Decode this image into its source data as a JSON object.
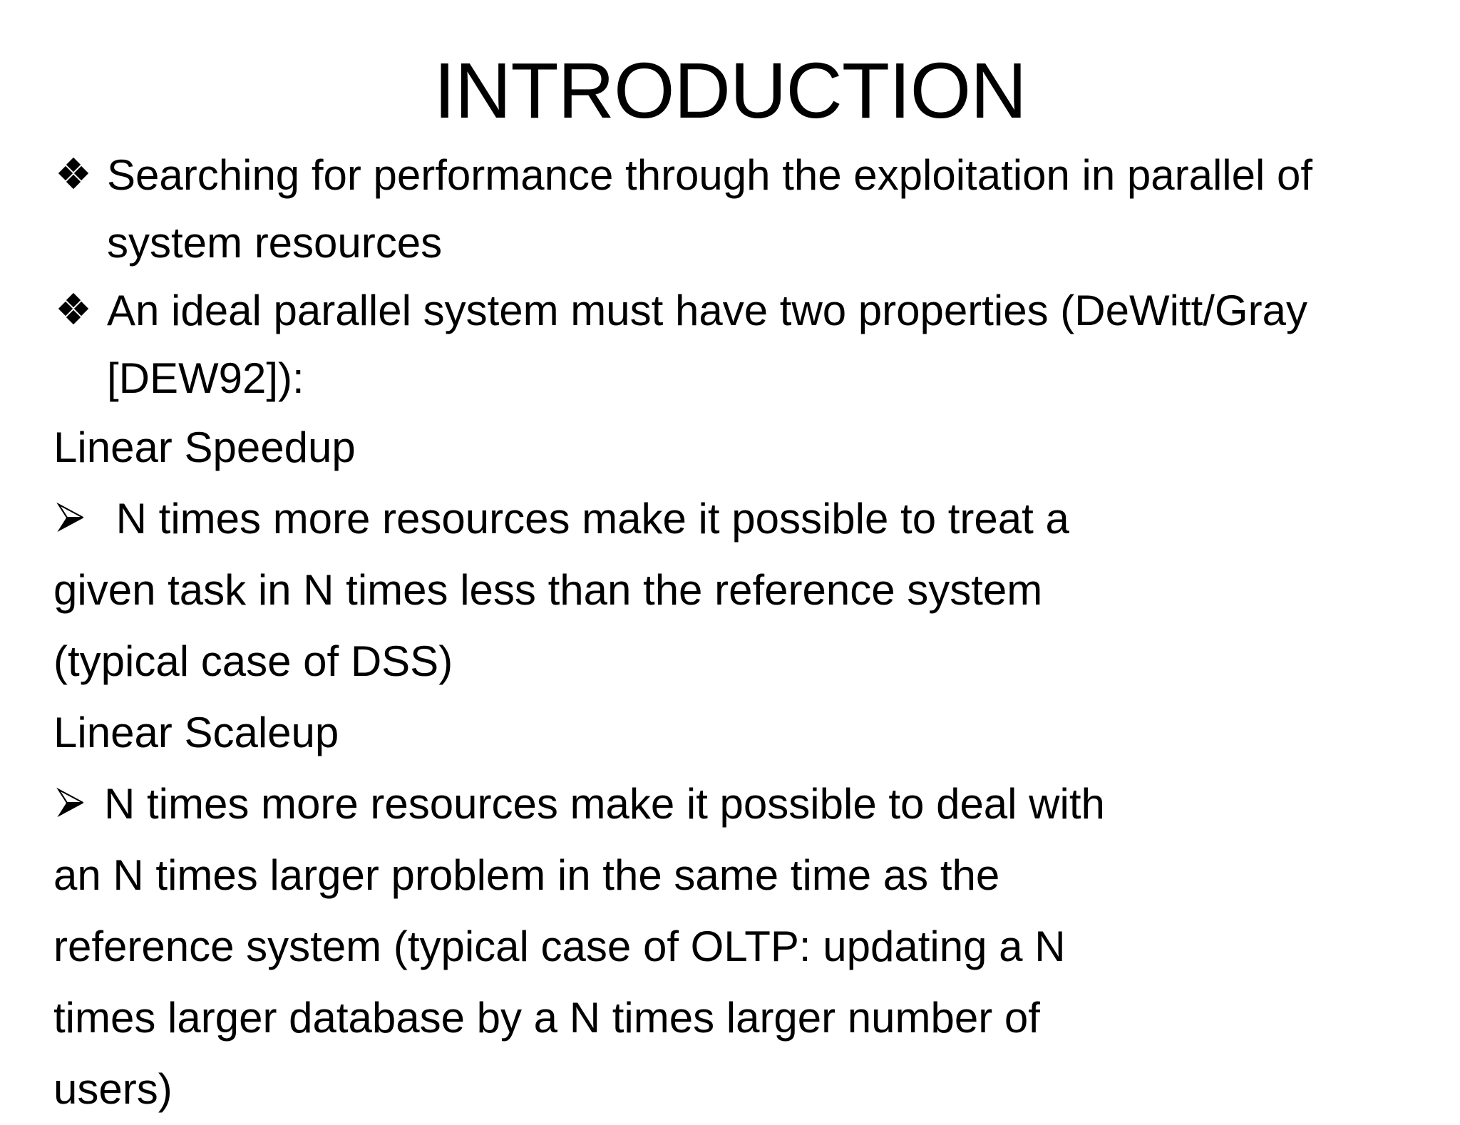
{
  "slide": {
    "title": "INTRODUCTION",
    "background_color": "#ffffff",
    "text_color": "#000000",
    "lines": [
      {
        "type": "diamond",
        "text": "Searching for performance through the exploitation in parallel of"
      },
      {
        "type": "continuation",
        "text": "system resources"
      },
      {
        "type": "diamond",
        "text": "An ideal parallel system must have two properties (DeWitt/Gray"
      },
      {
        "type": "continuation",
        "text": "[DEW92]):"
      },
      {
        "type": "plain",
        "text": "Linear Speedup"
      },
      {
        "type": "arrow",
        "text": " N times more resources make it possible to treat a"
      },
      {
        "type": "plain",
        "text": "given task in N times less than the reference system"
      },
      {
        "type": "plain",
        "text": "(typical case of DSS)"
      },
      {
        "type": "plain",
        "text": "Linear Scaleup"
      },
      {
        "type": "arrow",
        "text": "N times more resources make it possible to deal with"
      },
      {
        "type": "plain",
        "text": "an N times larger problem in the same time as the"
      },
      {
        "type": "plain",
        "text": "reference system (typical case of OLTP: updating a N"
      },
      {
        "type": "plain",
        "text": "times larger database by a N times larger number of"
      },
      {
        "type": "plain",
        "text": "users)"
      }
    ]
  }
}
